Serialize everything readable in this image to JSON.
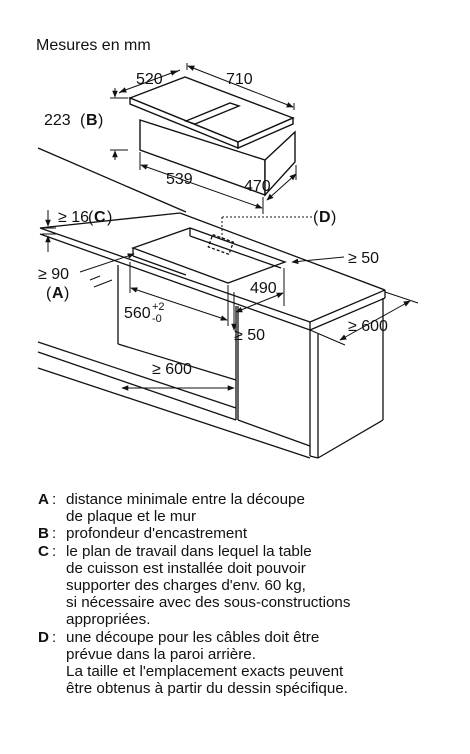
{
  "header": {
    "title": "Mesures en mm"
  },
  "hob_dims": {
    "depth": "520",
    "width": "710",
    "height_value": "223",
    "height_ref": "B",
    "cutout_width": "539",
    "cutout_depth": "470"
  },
  "worktop_dims": {
    "thickness_value": "≥ 16",
    "thickness_ref": "C",
    "cable_ref": "D",
    "wall_distance": "≥ 50",
    "front_distance_value": "≥ 90",
    "front_distance_ref": "A",
    "cutout_depth": "490",
    "cutout_width": "560",
    "tol_plus": "+2",
    "tol_minus": "-0",
    "side_gap": "≥ 50",
    "worktop_depth": "≥ 600",
    "cabinet_width": "≥ 600"
  },
  "legend": [
    {
      "letter": "A",
      "lines": [
        "distance minimale entre la découpe",
        "de plaque et le mur"
      ]
    },
    {
      "letter": "B",
      "lines": [
        "profondeur d'encastrement"
      ]
    },
    {
      "letter": "C",
      "lines": [
        "le plan de travail dans lequel la table",
        "de cuisson est installée doit pouvoir",
        "supporter des charges d'env. 60 kg,",
        "si nécessaire avec des sous-constructions",
        "appropriées."
      ]
    },
    {
      "letter": "D",
      "lines": [
        "une découpe pour les câbles doit être",
        "prévue dans la paroi arrière.",
        "La taille et l'emplacement exacts peuvent",
        "être obtenus à partir du dessin spécifique."
      ]
    }
  ]
}
